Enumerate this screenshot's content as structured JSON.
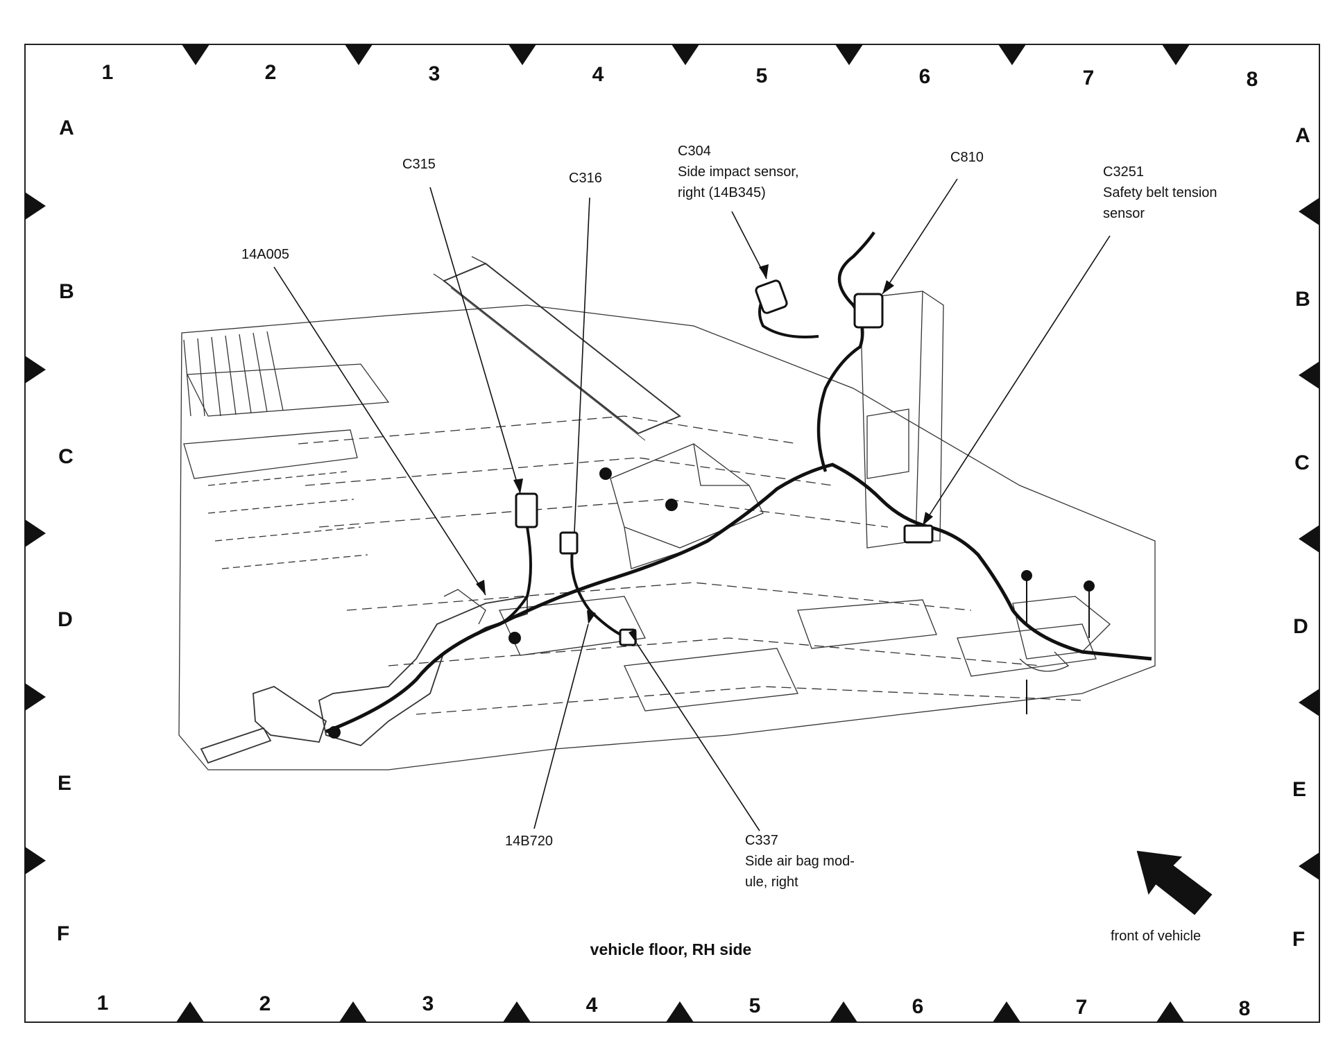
{
  "grid": {
    "columns": [
      "1",
      "2",
      "3",
      "4",
      "5",
      "6",
      "7",
      "8"
    ],
    "rows": [
      "A",
      "B",
      "C",
      "D",
      "E",
      "F"
    ]
  },
  "callouts": {
    "c315": {
      "lines": [
        "C315"
      ]
    },
    "c316": {
      "lines": [
        "C316"
      ]
    },
    "c304": {
      "lines": [
        "C304",
        "Side impact sensor,",
        "right (14B345)"
      ]
    },
    "c810": {
      "lines": [
        "C810"
      ]
    },
    "c3251": {
      "lines": [
        "C3251",
        "Safety belt tension",
        "sensor"
      ]
    },
    "p14a005": {
      "lines": [
        "14A005"
      ]
    },
    "p14b720": {
      "lines": [
        "14B720"
      ]
    },
    "c337": {
      "lines": [
        "C337",
        "Side air bag mod-",
        "ule, right"
      ]
    }
  },
  "caption": "vehicle floor, RH side",
  "front_label": "front of vehicle",
  "icons": {
    "front_arrow": "front-direction-arrow-icon"
  }
}
